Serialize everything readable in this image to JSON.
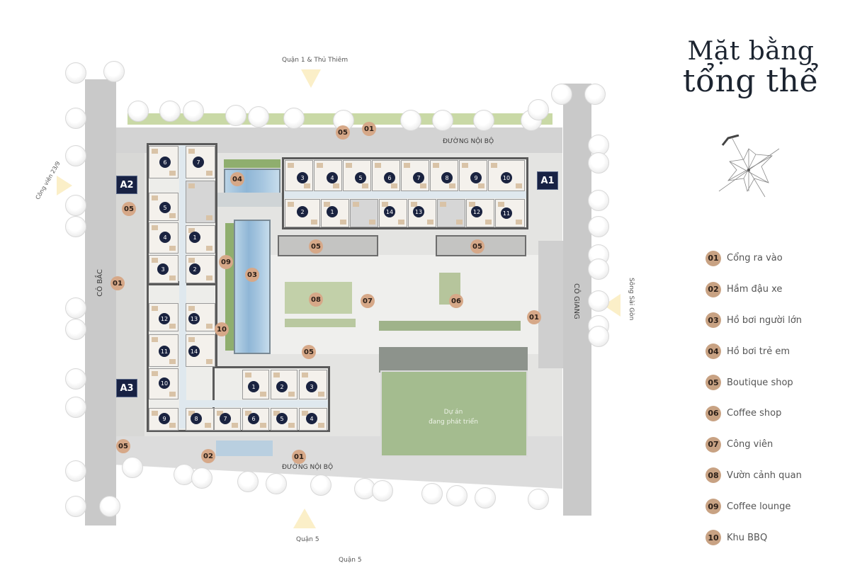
{
  "title": {
    "line1": "Mặt bằng",
    "line2": "tổng thể"
  },
  "legend": [
    {
      "num": "01",
      "label": "Cổng ra vào"
    },
    {
      "num": "02",
      "label": "Hầm đậu xe"
    },
    {
      "num": "03",
      "label": "Hồ bơi người lớn"
    },
    {
      "num": "04",
      "label": "Hồ bơi trẻ em"
    },
    {
      "num": "05",
      "label": "Boutique shop"
    },
    {
      "num": "06",
      "label": "Coffee shop"
    },
    {
      "num": "07",
      "label": "Công viên"
    },
    {
      "num": "08",
      "label": "Vườn cảnh quan"
    },
    {
      "num": "09",
      "label": "Coffee lounge"
    },
    {
      "num": "10",
      "label": "Khu BBQ"
    }
  ],
  "roads": {
    "west": "CÔ BẮC",
    "east": "CÔ GIANG",
    "internal_north": "ĐƯỜNG NỘI BỘ",
    "internal_south": "ĐƯỜNG NỘI BỘ"
  },
  "directions": {
    "north": "Quận 1 & Thủ Thiêm",
    "west": "Công viên 23/9",
    "east": "Sông Sài Gòn",
    "south": "Quận 5",
    "south_lower": "Quận 5"
  },
  "towers": {
    "a1": "A1",
    "a2": "A2",
    "a3": "A3"
  },
  "development_lot": {
    "line1": "Dự án",
    "line2": "đang phát triển"
  },
  "units": {
    "a1_top": [
      "3",
      "4",
      "5",
      "6",
      "7",
      "8",
      "9",
      "10"
    ],
    "a1_bottom": [
      "2",
      "1",
      "14",
      "13",
      "12",
      "11"
    ],
    "a2": [
      "6",
      "7",
      "5",
      "4",
      "1",
      "3",
      "2"
    ],
    "a3_west": [
      "12",
      "13",
      "11",
      "14",
      "10",
      "9"
    ],
    "a3_south_top": [
      "1",
      "2",
      "3"
    ],
    "a3_south_bottom": [
      "8",
      "7",
      "6",
      "5",
      "4"
    ]
  },
  "amenity_markers": {
    "north_05": "05",
    "north_01": "01",
    "pool_kids": "04",
    "a2_05": "05",
    "west_01": "01",
    "pool_adult": "03",
    "lounge": "09",
    "bbq": "10",
    "shop_a1_left": "05",
    "shop_a1_right": "05",
    "garden": "08",
    "park": "07",
    "coffee": "06",
    "east_01": "01",
    "shop_south": "05",
    "sw_05": "05",
    "parking": "02",
    "south_01": "01"
  },
  "colors": {
    "tower_badge": "#182244",
    "amenity_badge": "#d6a888",
    "unit_badge": "#1a2340",
    "title_text": "#1c2430"
  }
}
